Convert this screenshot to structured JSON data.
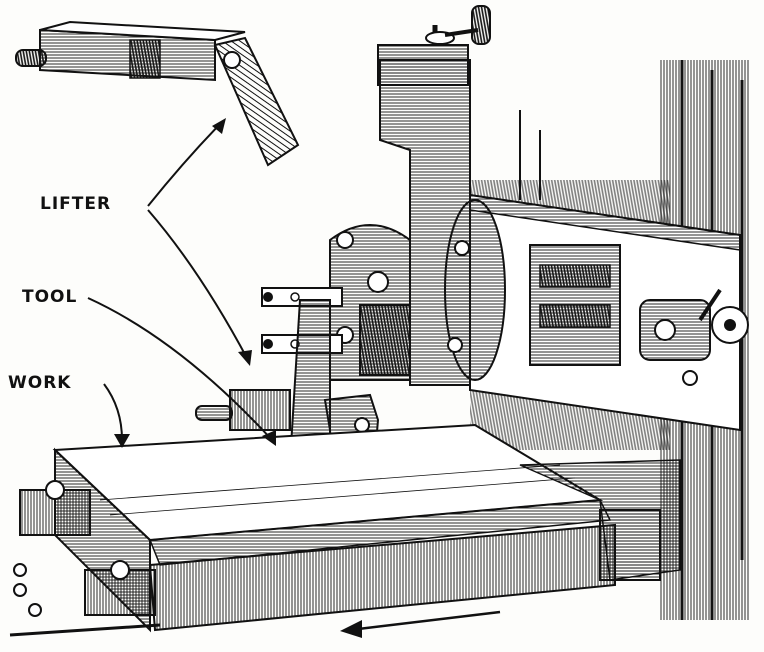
{
  "labels": {
    "lifter": "LIFTER",
    "tool": "TOOL",
    "work": "WORK"
  },
  "colors": {
    "ink": "#111111",
    "paper": "#fdfdfb"
  }
}
